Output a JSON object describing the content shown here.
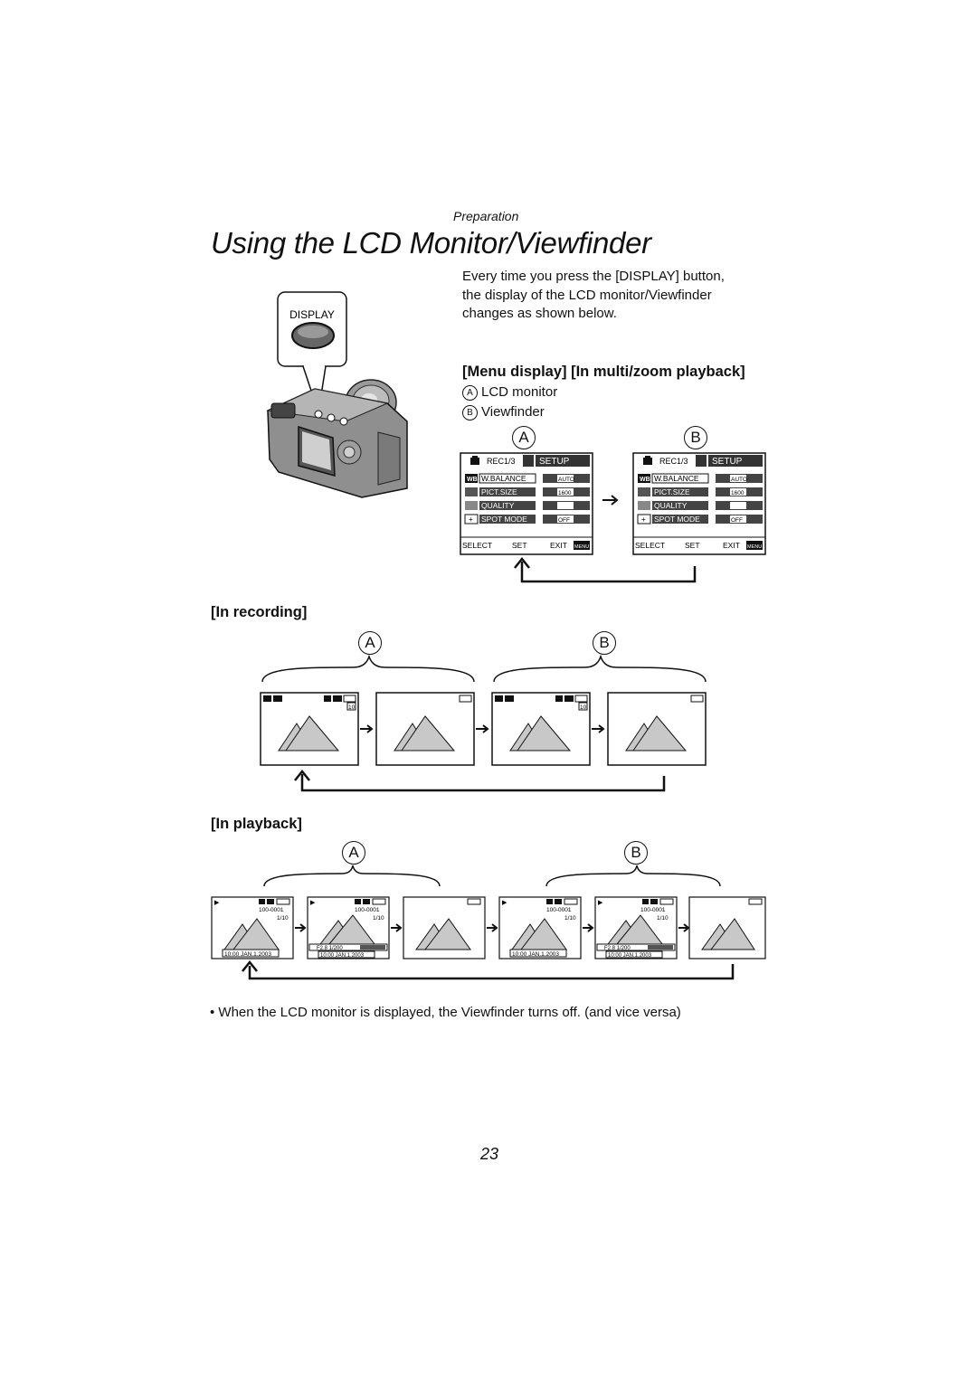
{
  "header": {
    "section": "Preparation"
  },
  "title": "Using the LCD Monitor/Viewfinder",
  "intro": {
    "lines": [
      "Every time you press the [DISPLAY] button,",
      "the display of the LCD monitor/Viewfinder",
      "changes as shown below."
    ]
  },
  "camera": {
    "button_label": "DISPLAY"
  },
  "menu_section": {
    "heading": "[Menu display] [In multi/zoom playback]",
    "legend_a_mark": "A",
    "legend_a": "LCD monitor",
    "legend_b_mark": "B",
    "legend_b": "Viewfinder",
    "screen": {
      "tab_rec": "REC1/3",
      "tab_setup": "SETUP",
      "rows": [
        {
          "icon": "WB",
          "label": "W.BALANCE",
          "value": "AUTO"
        },
        {
          "icon": "",
          "label": "PICT.SIZE",
          "value": "1600"
        },
        {
          "icon": "",
          "label": "QUALITY",
          "value": ""
        },
        {
          "icon": "+",
          "label": "SPOT MODE",
          "value": "OFF"
        }
      ],
      "footer": {
        "select": "SELECT",
        "set": "SET",
        "exit": "EXIT",
        "menu": "MENU"
      }
    }
  },
  "recording": {
    "heading": "[In recording]",
    "count": "10"
  },
  "playback": {
    "heading": "[In playback]",
    "file_no": "100-0001",
    "frame": "1/10",
    "exposure": "F2.8 1/200",
    "datetime": "10:00 JAN.1.2003"
  },
  "labels": {
    "a": "A",
    "b": "B"
  },
  "note": "When the LCD monitor is displayed, the Viewfinder turns off. (and vice versa)",
  "page_number": "23"
}
